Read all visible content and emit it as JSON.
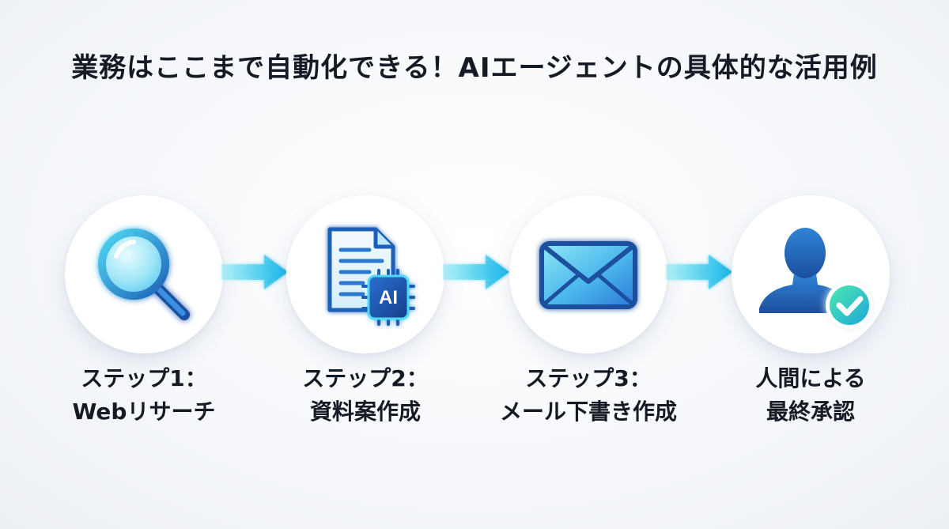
{
  "title": "業務はここまで自動化できる！AIエージェントの具体的な活用例",
  "colors": {
    "accent_dark": "#1d4f9e",
    "accent_mid": "#2f8fe0",
    "accent_cyan": "#3fe0f0",
    "check_green": "#28d79a"
  },
  "steps": [
    {
      "line1": "ステップ1：",
      "line2": "Webリサーチ",
      "icon": "magnifier-icon"
    },
    {
      "line1": "ステップ2：",
      "line2": "資料案作成",
      "icon": "document-ai-icon",
      "badge": "AI"
    },
    {
      "line1": "ステップ3：",
      "line2": "メール下書き作成",
      "icon": "envelope-icon"
    },
    {
      "line1": "人間による",
      "line2": "最終承認",
      "icon": "person-check-icon"
    }
  ]
}
